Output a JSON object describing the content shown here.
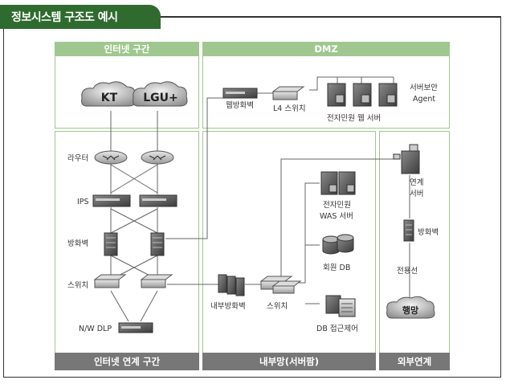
{
  "title": "정보시스템 구조도 예시",
  "zones": {
    "internet": "인터넷 구간",
    "dmz": "DMZ",
    "internet_link": "인터넷 연계 구간",
    "internal": "내부망(서버팜)",
    "external": "외부연계"
  },
  "nodes": {
    "kt": "KT",
    "lgu": "LGU+",
    "router": "라우터",
    "ips": "IPS",
    "firewall": "방화벽",
    "switch": "스위치",
    "nwdlp": "N/W DLP",
    "web_firewall": "웹방화벽",
    "l4_switch": "L4 스위치",
    "web_server": "전자민원 웹 서버",
    "server_agent_1": "서버보안",
    "server_agent_2": "Agent",
    "was_server_1": "전자민원",
    "was_server_2": "WAS 서버",
    "member_db": "회원 DB",
    "db_access": "DB 접근제어",
    "internal_firewall": "내부방화벽",
    "internal_switch": "스위치",
    "link_server_1": "연계",
    "link_server_2": "서버",
    "ext_firewall": "방화벽",
    "dedicated_line": "전용선",
    "haengmang": "행망"
  },
  "colors": {
    "zone_green": "#9fc78f",
    "footer_gray": "#777777",
    "title_green": "#2f6b2f"
  }
}
